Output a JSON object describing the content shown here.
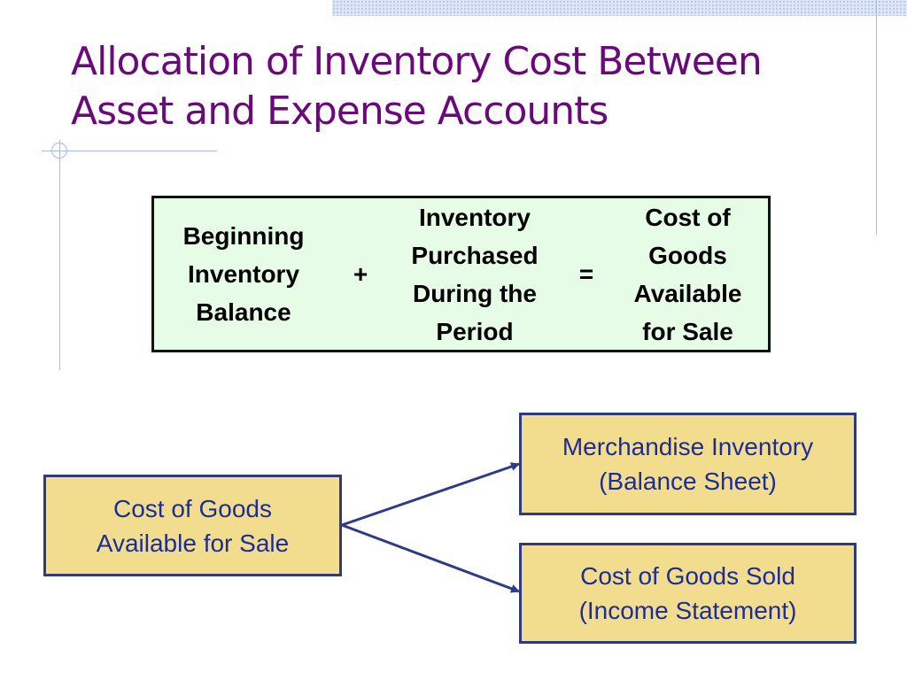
{
  "title": {
    "line1": "Allocation of Inventory Cost Between",
    "line2": "Asset and Expense Accounts"
  },
  "equation": {
    "term1": [
      "Beginning",
      "Inventory",
      "Balance"
    ],
    "op1": "+",
    "term2": [
      "Inventory",
      "Purchased",
      "During the",
      "Period"
    ],
    "op2": "=",
    "term3": [
      "Cost of",
      "Goods",
      "Available",
      "for Sale"
    ]
  },
  "flow": {
    "source": [
      "Cost of Goods",
      "Available for Sale"
    ],
    "target_asset": [
      "Merchandise Inventory",
      "(Balance Sheet)"
    ],
    "target_expense": [
      "Cost of Goods Sold",
      "(Income Statement)"
    ]
  },
  "colors": {
    "title": "#6a0a7a",
    "equation_fill": "#e6fce6",
    "flow_fill": "#f2dd8e",
    "flow_border": "#2f3a86",
    "flow_text": "#1c2d96"
  }
}
